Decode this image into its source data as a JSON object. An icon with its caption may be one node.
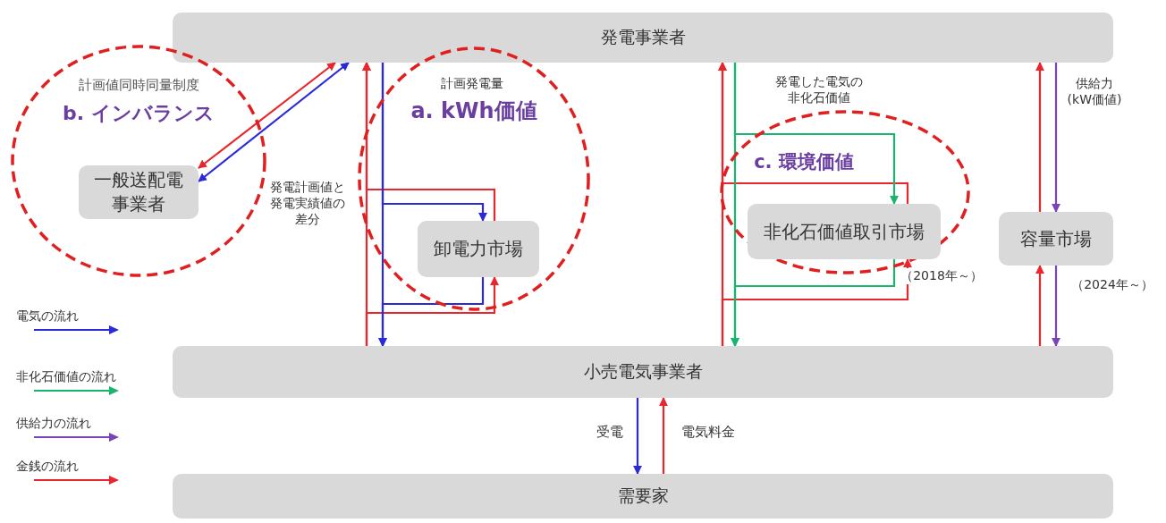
{
  "diagram": {
    "nodes": [
      {
        "text": [
          "発電事業者"
        ]
      },
      {
        "text": [
          "計画値同時同量制度",
          "b. インバランス"
        ]
      },
      {
        "text": [
          "一般送配電事業者"
        ],
        "in": 1
      },
      {
        "text": [
          "a. kWh価値"
        ]
      },
      {
        "text": [
          "卸電力市場"
        ],
        "in": 3
      },
      {
        "text": [
          "c. 環境価値"
        ]
      },
      {
        "text": [
          "非化石価値取引市場"
        ],
        "in": 5,
        "beside": [
          "（2018年～）"
        ]
      },
      {
        "text": [
          "容量市場"
        ],
        "beside": [
          "（2024年～）"
        ]
      },
      {
        "text": [
          "小売電気事業者"
        ]
      },
      {
        "text": [
          "需要家"
        ]
      }
    ],
    "edges": [
      {
        "from": 0,
        "to": 2,
        "arrow": "both",
        "color": "#e8262b"
      },
      {
        "from": 0,
        "to": 2,
        "arrow": "both",
        "color": "#2a2ad8",
        "label": "発電計画値と発電実績値の差分"
      },
      {
        "from": 8,
        "to": 0,
        "arrow": "to",
        "color": "#e8262b"
      },
      {
        "from": 8,
        "to": 4,
        "arrow": "to",
        "color": "#e8262b"
      },
      {
        "from": 4,
        "to": 0,
        "arrow": "to",
        "color": "#e8262b"
      },
      {
        "from": 0,
        "to": 8,
        "arrow": "to",
        "color": "#2a2ad8",
        "label": "計画発電量"
      },
      {
        "from": 0,
        "to": 4,
        "arrow": "to",
        "color": "#2a2ad8"
      },
      {
        "from": 4,
        "to": 8,
        "arrow": "to",
        "color": "#2a2ad8"
      },
      {
        "from": 8,
        "to": 0,
        "arrow": "to",
        "color": "#e8262b"
      },
      {
        "from": 8,
        "to": 6,
        "arrow": "to",
        "color": "#e8262b"
      },
      {
        "from": 6,
        "to": 0,
        "arrow": "to",
        "color": "#e8262b"
      },
      {
        "from": 0,
        "to": 8,
        "arrow": "to",
        "color": "#19b46e",
        "label": "発電した電気の非化石価値"
      },
      {
        "from": 0,
        "to": 6,
        "arrow": "to",
        "color": "#19b46e"
      },
      {
        "from": 6,
        "to": 8,
        "arrow": "to",
        "color": "#19b46e"
      },
      {
        "from": 7,
        "to": 0,
        "arrow": "to",
        "color": "#e8262b"
      },
      {
        "from": 0,
        "to": 7,
        "arrow": "to",
        "color": "#7a44b8",
        "label": "供給力(kW価値)"
      },
      {
        "from": 8,
        "to": 7,
        "arrow": "to",
        "color": "#e8262b"
      },
      {
        "from": 7,
        "to": 8,
        "arrow": "to",
        "color": "#7a44b8"
      },
      {
        "from": 8,
        "to": 9,
        "arrow": "to",
        "color": "#2a2ad8",
        "label": "受電"
      },
      {
        "from": 9,
        "to": 8,
        "arrow": "to",
        "color": "#e8262b",
        "label": "電気料金"
      }
    ],
    "legend": [
      {
        "text": "電気の流れ",
        "color": "#2a2ad8"
      },
      {
        "text": "非化石価値の流れ",
        "color": "#19b46e"
      },
      {
        "text": "供給力の流れ",
        "color": "#7a44b8"
      },
      {
        "text": "金銭の流れ",
        "color": "#e8262b"
      }
    ]
  }
}
